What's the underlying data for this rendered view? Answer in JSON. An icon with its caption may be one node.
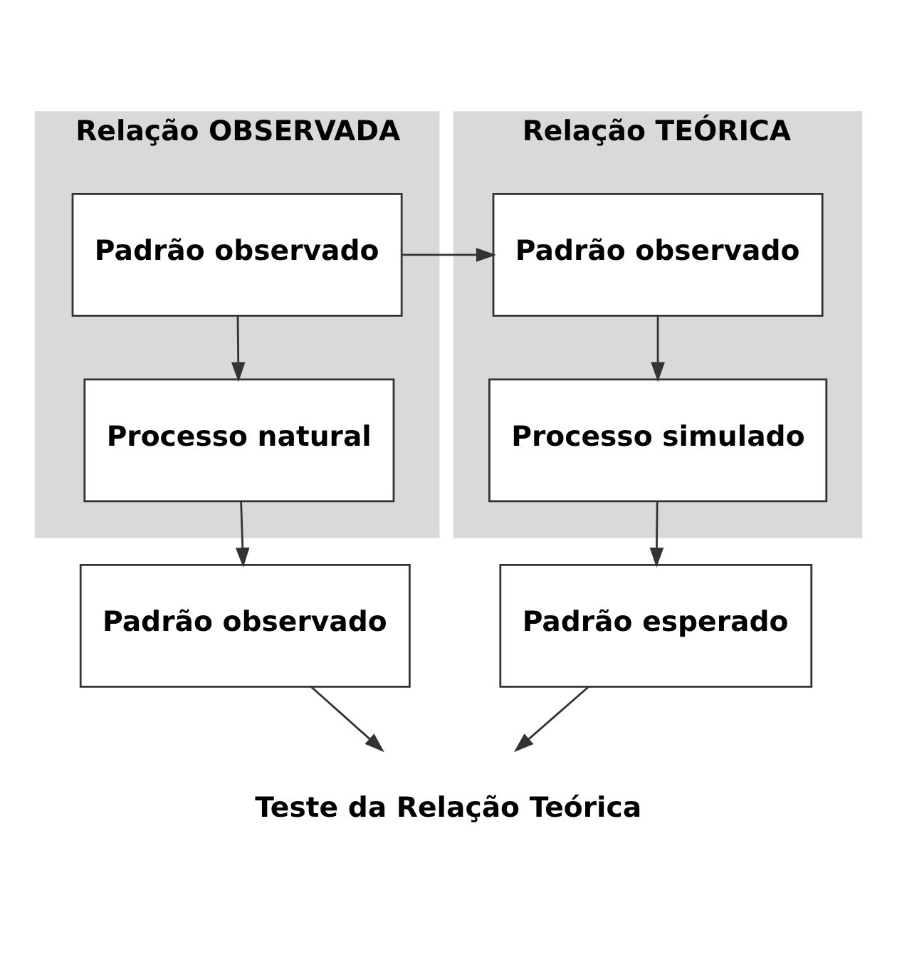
{
  "diagram": {
    "nodes": [
      {
        "text": [
          "Relação OBSERVADA"
        ]
      },
      {
        "text": [
          "Padrão observado"
        ],
        "in": 0
      },
      {
        "text": [
          "Processo natural"
        ],
        "in": 0
      },
      {
        "text": [
          "Relação TEÓRICA"
        ]
      },
      {
        "text": [
          "Padrão observado"
        ],
        "in": 3
      },
      {
        "text": [
          "Processo simulado"
        ],
        "in": 3
      },
      {
        "text": [
          "Padrão observado"
        ]
      },
      {
        "text": [
          "Padrão esperado"
        ]
      },
      {
        "text": [
          "Teste da Relação Teórica"
        ]
      }
    ],
    "edges": [
      {
        "from": 1,
        "to": 4,
        "arrow": "to"
      },
      {
        "from": 1,
        "to": 2,
        "arrow": "to"
      },
      {
        "from": 4,
        "to": 5,
        "arrow": "to"
      },
      {
        "from": 2,
        "to": 6,
        "arrow": "to"
      },
      {
        "from": 5,
        "to": 7,
        "arrow": "to"
      },
      {
        "from": 6,
        "to": 8,
        "arrow": "to"
      },
      {
        "from": 7,
        "to": 8,
        "arrow": "to"
      }
    ]
  }
}
